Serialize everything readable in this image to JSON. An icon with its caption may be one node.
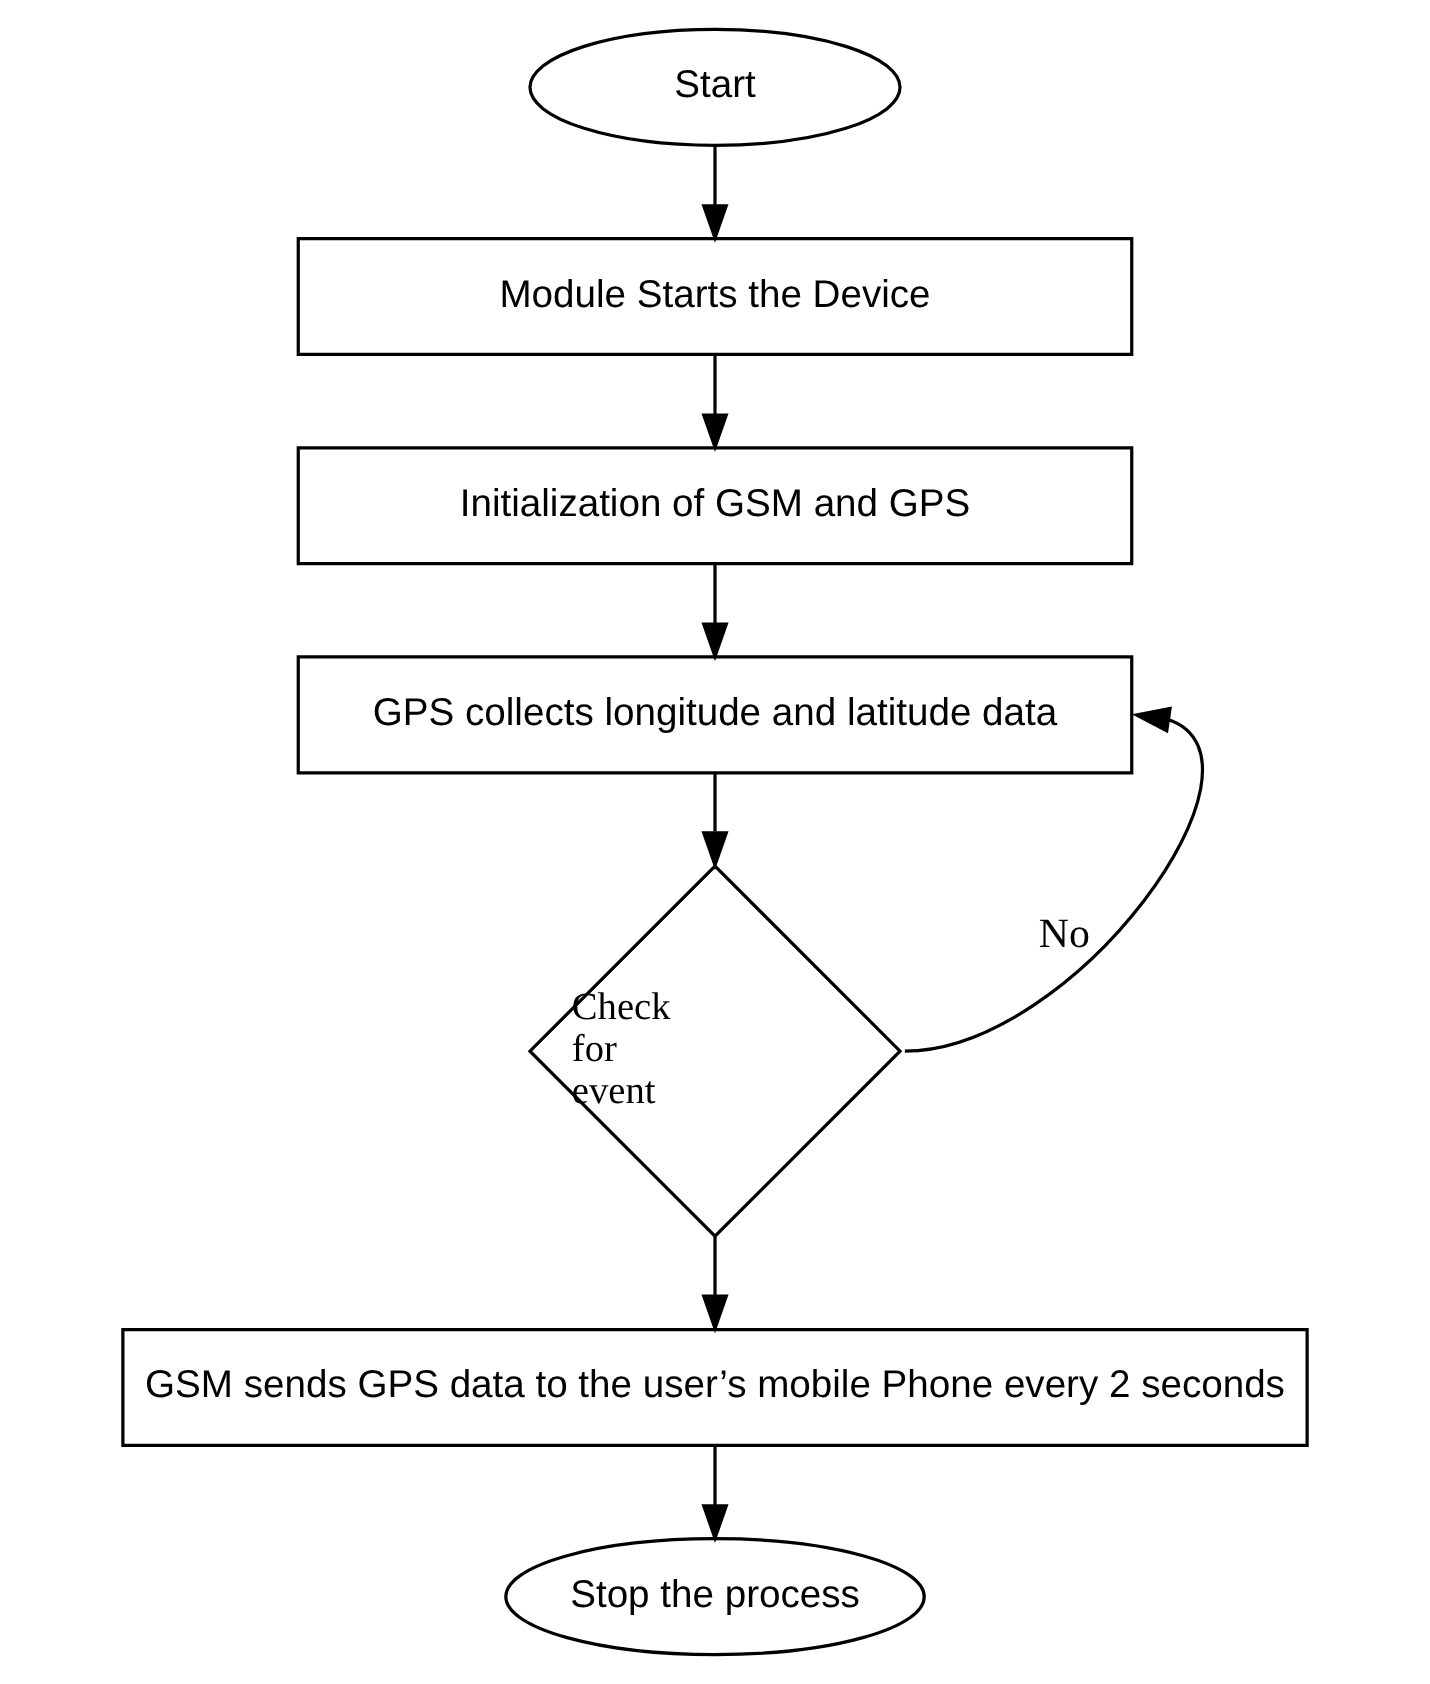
{
  "diagram": {
    "nodes": [
      {
        "text": [
          "Start"
        ]
      },
      {
        "text": [
          "Module Starts the Device"
        ]
      },
      {
        "text": [
          "Initialization of GSM and GPS"
        ]
      },
      {
        "text": [
          "GPS collects longitude and latitude data"
        ]
      },
      {
        "text": [
          "Check for event"
        ]
      },
      {
        "text": [
          "GSM sends GPS data to the user’s mobile Phone every 2 seconds"
        ]
      },
      {
        "text": [
          "Stop the process"
        ]
      }
    ],
    "edges": [
      {
        "from": 0,
        "to": 1,
        "arrow": "to"
      },
      {
        "from": 1,
        "to": 2,
        "arrow": "to"
      },
      {
        "from": 2,
        "to": 3,
        "arrow": "to"
      },
      {
        "from": 3,
        "to": 4,
        "arrow": "to"
      },
      {
        "from": 4,
        "to": 3,
        "arrow": "to",
        "label": "No"
      },
      {
        "from": 4,
        "to": 5,
        "arrow": "to"
      },
      {
        "from": 5,
        "to": 6,
        "arrow": "to"
      }
    ]
  }
}
